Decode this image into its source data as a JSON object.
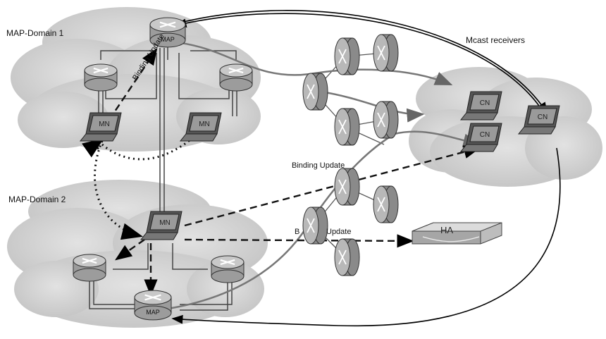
{
  "labels": {
    "map_domain_1": "MAP-Domain 1",
    "map_domain_2": "MAP-Domain 2",
    "mcast_receivers": "Mcast receivers",
    "binding_update_top": "Binding Update",
    "binding_update_mid": "Binding Update",
    "binding_update_low": "B    Update",
    "binding_update_low_a": "B",
    "binding_update_low_b": "Update",
    "map_label": "MAP",
    "mn_label": "MN",
    "cn_label": "CN",
    "ha_label": "HA"
  },
  "colors": {
    "cloud": "#d4d4d4",
    "router_fill": "#9c9c9c",
    "router_top": "#c8c8c8",
    "laptop": "#555555",
    "laptop_screen": "#9a9a9a",
    "signal_line": "#666666",
    "arrow_line": "#000000"
  }
}
